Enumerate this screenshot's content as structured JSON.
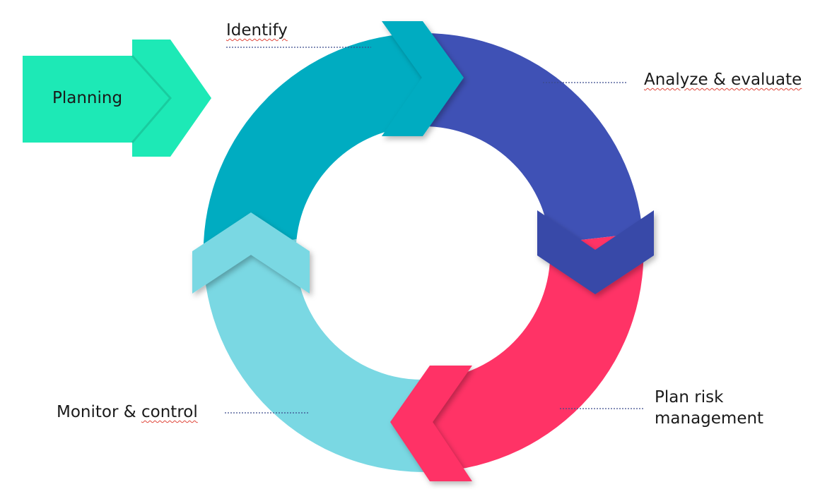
{
  "diagram": {
    "planning": {
      "label": "Planning",
      "color": "#1de9b6"
    },
    "stages": [
      {
        "id": "identify",
        "label": "Identify",
        "color": "#00acc1",
        "arrow_color": "#00acc1"
      },
      {
        "id": "analyze",
        "label": "Analyze & evaluate",
        "color": "#3f51b5",
        "arrow_color": "#3949a8"
      },
      {
        "id": "plan-risk",
        "label_line1": "Plan risk",
        "label_line2": "management",
        "color": "#ff3366",
        "arrow_color": "#ff3366"
      },
      {
        "id": "monitor",
        "label_prefix": "Monitor & ",
        "label_suffix": "control",
        "color": "#7ad8e3",
        "arrow_color": "#7ad8e3"
      }
    ],
    "leader_color": "#3b4a8c"
  }
}
